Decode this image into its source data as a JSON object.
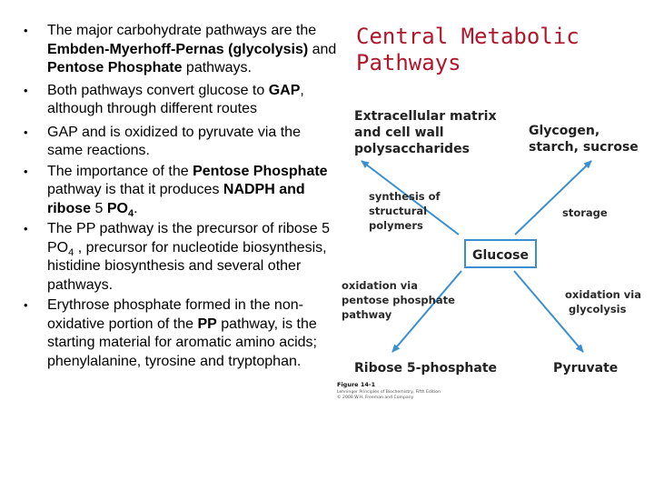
{
  "bullets": [
    [
      {
        "t": "The major carbohydrate pathways are the "
      },
      {
        "t": "Embden-Myerhoff-Pernas (glycolysis)",
        "b": true
      },
      {
        "t": " and "
      },
      {
        "t": "Pentose Phosphate",
        "b": true
      },
      {
        "t": " pathways."
      }
    ],
    [
      {
        "t": "Both pathways convert  glucose to "
      },
      {
        "t": "GAP",
        "b": true
      },
      {
        "t": ", although through different routes"
      }
    ],
    [
      {
        "t": "GAP and is oxidized to pyruvate via the same reactions."
      }
    ],
    [
      {
        "t": "The importance of the "
      },
      {
        "t": "Pentose Phosphate",
        "b": true
      },
      {
        "t": " pathway is that it produces "
      },
      {
        "t": "NADPH and ribose",
        "b": true
      },
      {
        "t": " 5 "
      },
      {
        "t": "PO",
        "b": true
      },
      {
        "t": "4",
        "b": true,
        "sub": true
      },
      {
        "t": "."
      }
    ],
    [
      {
        "t": "The PP pathway is the precursor  of ribose 5 PO"
      },
      {
        "t": "4",
        "sub": true
      },
      {
        "t": " , precursor for nucleotide biosynthesis, histidine biosynthesis and several other pathways."
      }
    ],
    [
      {
        "t": "Erythrose phosphate formed in the non-oxidative portion of the "
      },
      {
        "t": "PP",
        "b": true
      },
      {
        "t": " pathway, is the starting material for aromatic amino acids; phenylalanine, tyrosine and tryptophan."
      }
    ]
  ],
  "title": "Central Metabolic\nPathways",
  "figure": {
    "nodes": {
      "extracellular": [
        "Extracellular matrix",
        "and cell wall",
        "polysaccharides"
      ],
      "glycogen": [
        "Glycogen,",
        "starch, sucrose"
      ],
      "glucose": "Glucose",
      "ribose": "Ribose 5-phosphate",
      "pyruvate": "Pyruvate"
    },
    "edge_labels": {
      "synthesis": [
        "synthesis of",
        "structural",
        "polymers"
      ],
      "storage": "storage",
      "pentose": [
        "oxidation via",
        "pentose phosphate",
        "pathway"
      ],
      "glycolysis": [
        "oxidation via",
        "glycolysis"
      ]
    },
    "caption": {
      "label": "Figure 14-1",
      "lines": [
        "Lehninger Principles of Biochemistry, Fifth Edition",
        "© 2008 W.H. Freeman and Company"
      ]
    },
    "colors": {
      "arrow": "#3a8fd0",
      "box": "#3a8fd0",
      "title": "#b0172c"
    }
  }
}
